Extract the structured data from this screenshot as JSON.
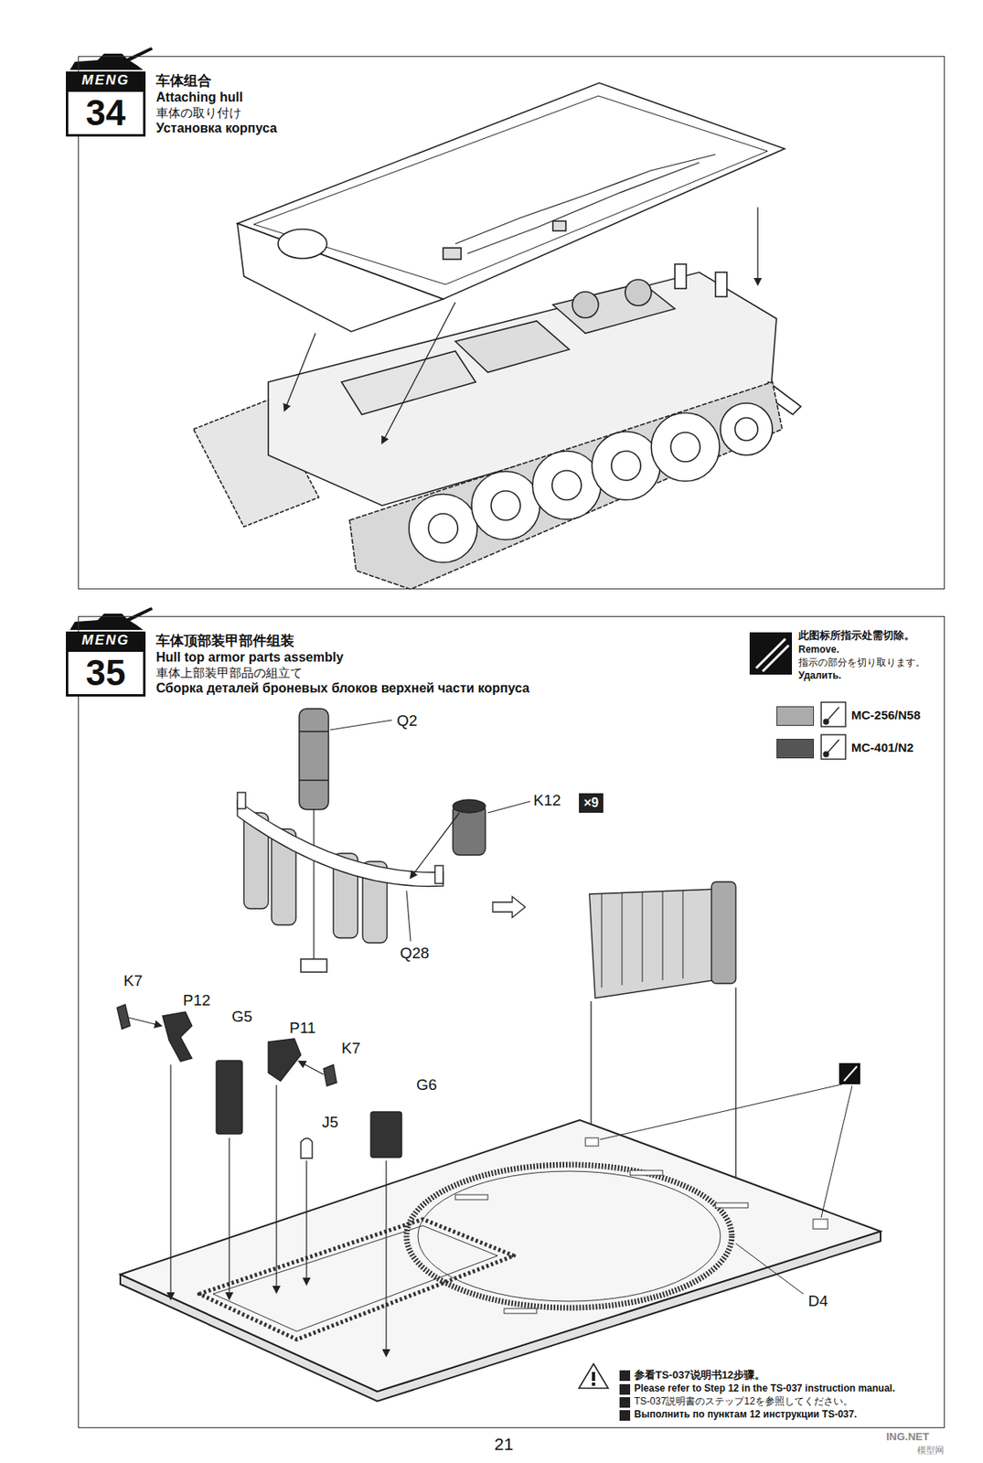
{
  "diagram": {
    "nodes": [
      {
        "text": [
          "车体组合",
          "Attaching hull",
          "車体の取り付け",
          "Установка корпуса"
        ]
      },
      {
        "text": [
          "MENG",
          "34"
        ],
        "in": 0
      },
      {
        "text": [
          "车体顶部装甲部件组装",
          "Hull top armor parts assembly",
          "車体上部装甲部品の組立て",
          "Сборка деталей броневых блоков верхней части корпуса"
        ]
      },
      {
        "text": [
          "MENG",
          "35"
        ],
        "in": 2
      },
      {
        "text": [
          "×9"
        ],
        "in": 2
      }
    ],
    "labels": [
      "Q2",
      "K12",
      "Q28",
      "K7",
      "P12",
      "G5",
      "P11",
      "K7",
      "J5",
      "G6",
      "D4",
      "此图标所指示处需切除。",
      "Remove.",
      "指示の部分を切り取ります。",
      "Удалить.",
      "参看TS-037说明书12步骤。",
      "Please refer to Step 12 in the TS-037 instruction manual.",
      "TS-037説明書のステップ12を参照してください。",
      "Выполнить по пунктам 12 инструкции TS-037.",
      "21",
      "ING.NET",
      "模型网"
    ],
    "legend": [
      {
        "text": "MC-256/N58",
        "color": "#ababab"
      },
      {
        "text": "MC-401/N2",
        "color": "#555555"
      }
    ]
  }
}
